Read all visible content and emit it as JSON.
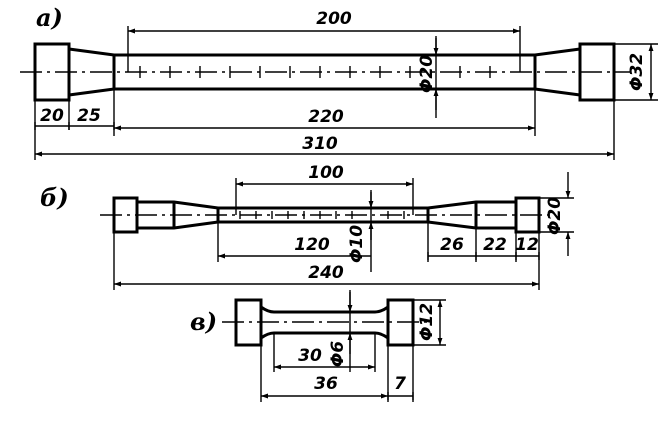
{
  "figure_a": {
    "label": "а)",
    "dims": {
      "gauge_length": "200",
      "diameter_gauge": "Φ20",
      "diameter_head": "Φ32",
      "grip_length": "20",
      "transition": "25",
      "reduced_length": "220",
      "total_length": "310"
    }
  },
  "figure_b": {
    "label": "б)",
    "dims": {
      "gauge_length": "100",
      "diameter_gauge": "Φ10",
      "diameter_head": "Φ20",
      "reduced_length": "120",
      "transition": "26",
      "shoulder": "22",
      "grip_length": "12",
      "total_length": "240"
    }
  },
  "figure_c": {
    "label": "в)",
    "dims": {
      "diameter_gauge": "Φ6",
      "diameter_head": "Φ12",
      "gauge_length": "30",
      "reduced_length": "36",
      "grip_length": "7"
    }
  }
}
